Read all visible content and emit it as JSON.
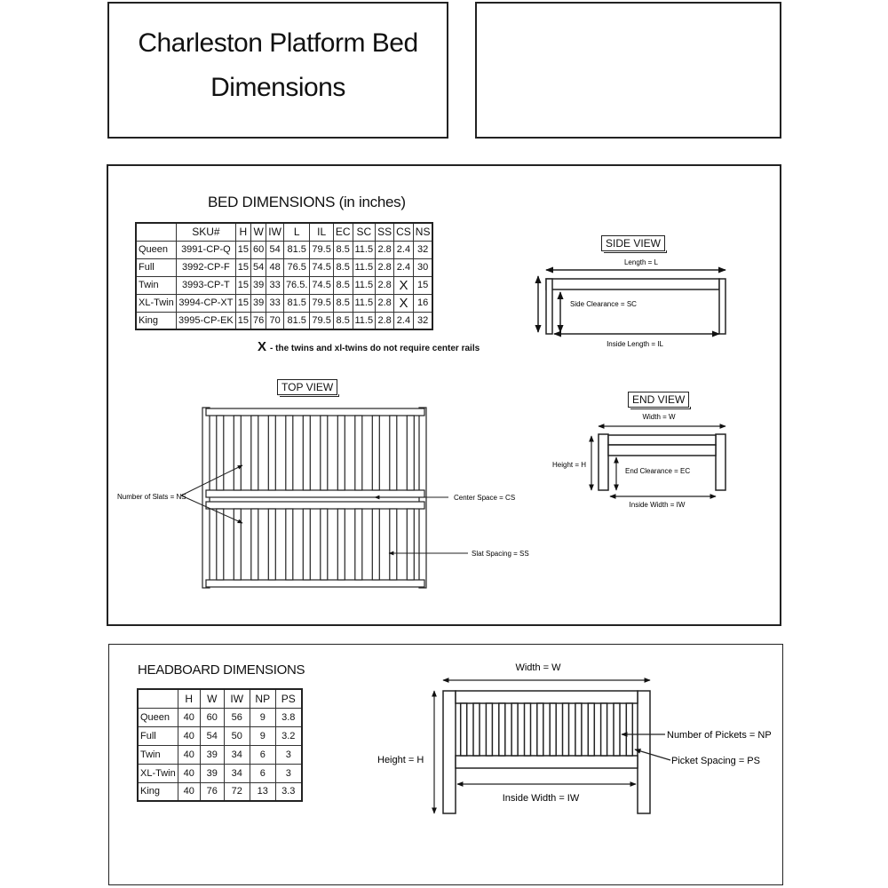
{
  "header": {
    "title_line1": "Charleston Platform Bed",
    "title_line2": "Dimensions"
  },
  "bed": {
    "heading": "BED DIMENSIONS (in inches)",
    "columns": [
      "SKU#",
      "H",
      "W",
      "IW",
      "L",
      "IL",
      "EC",
      "SC",
      "SS",
      "CS",
      "NS"
    ],
    "rows": [
      {
        "label": "Queen",
        "cells": [
          "3991-CP-Q",
          "15",
          "60",
          "54",
          "81.5",
          "79.5",
          "8.5",
          "11.5",
          "2.8",
          "2.4",
          "32"
        ]
      },
      {
        "label": "Full",
        "cells": [
          "3992-CP-F",
          "15",
          "54",
          "48",
          "76.5",
          "74.5",
          "8.5",
          "11.5",
          "2.8",
          "2.4",
          "30"
        ]
      },
      {
        "label": "Twin",
        "cells": [
          "3993-CP-T",
          "15",
          "39",
          "33",
          "76.5.",
          "74.5",
          "8.5",
          "11.5",
          "2.8",
          "X",
          "15"
        ]
      },
      {
        "label": "XL-Twin",
        "cells": [
          "3994-CP-XT",
          "15",
          "39",
          "33",
          "81.5",
          "79.5",
          "8.5",
          "11.5",
          "2.8",
          "X",
          "16"
        ]
      },
      {
        "label": "King",
        "cells": [
          "3995-CP-EK",
          "15",
          "76",
          "70",
          "81.5",
          "79.5",
          "8.5",
          "11.5",
          "2.8",
          "2.4",
          "32"
        ]
      }
    ],
    "note_mark": "X",
    "note_text": "- the twins and xl-twins do not require center rails"
  },
  "side_view": {
    "label": "SIDE VIEW",
    "length": "Length = L",
    "side_clearance": "Side Clearance = SC",
    "inside_length": "Inside Length = IL"
  },
  "top_view": {
    "label": "TOP VIEW",
    "num_slats": "Number of Slats = NS",
    "center_space": "Center Space = CS",
    "slat_spacing": "Slat Spacing = SS"
  },
  "end_view": {
    "label": "END VIEW",
    "width": "Width = W",
    "height": "Height = H",
    "end_clearance": "End Clearance = EC",
    "inside_width": "Inside Width = IW"
  },
  "headboard": {
    "heading": "HEADBOARD DIMENSIONS",
    "columns": [
      "H",
      "W",
      "IW",
      "NP",
      "PS"
    ],
    "rows": [
      {
        "label": "Queen",
        "cells": [
          "40",
          "60",
          "56",
          "9",
          "3.8"
        ]
      },
      {
        "label": "Full",
        "cells": [
          "40",
          "54",
          "50",
          "9",
          "3.2"
        ]
      },
      {
        "label": "Twin",
        "cells": [
          "40",
          "39",
          "34",
          "6",
          "3"
        ]
      },
      {
        "label": "XL-Twin",
        "cells": [
          "40",
          "39",
          "34",
          "6",
          "3"
        ]
      },
      {
        "label": "King",
        "cells": [
          "40",
          "76",
          "72",
          "13",
          "3.3"
        ]
      }
    ],
    "diagram": {
      "width": "Width = W",
      "height": "Height = H",
      "inside_width": "Inside Width = IW",
      "num_pickets": "Number of Pickets = NP",
      "picket_spacing": "Picket Spacing = PS"
    }
  }
}
